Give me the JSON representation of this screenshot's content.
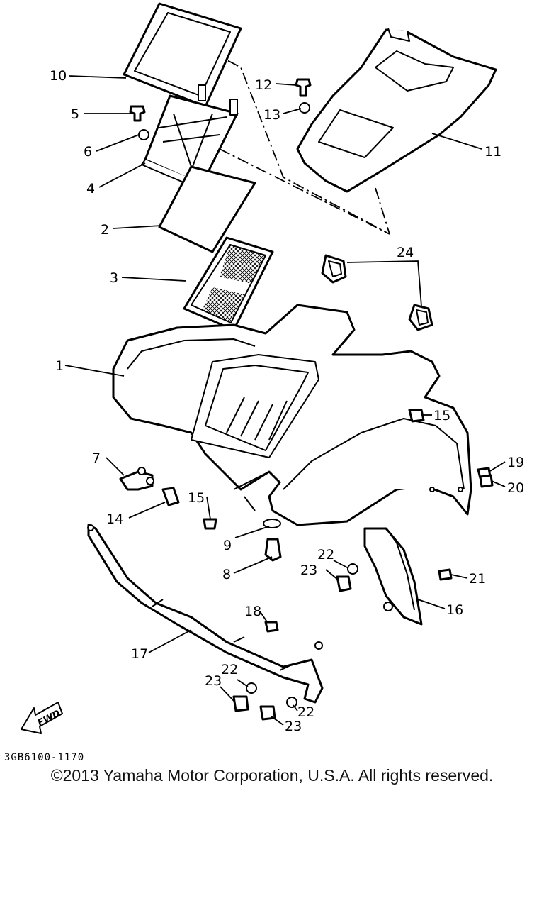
{
  "diagram": {
    "callouts": [
      "1",
      "2",
      "3",
      "4",
      "5",
      "6",
      "7",
      "8",
      "9",
      "10",
      "11",
      "12",
      "13",
      "14",
      "15",
      "15",
      "16",
      "17",
      "18",
      "19",
      "20",
      "21",
      "22",
      "22",
      "22",
      "23",
      "23",
      "23",
      "24"
    ],
    "fwd_label": "FWD",
    "drawing_code": "3GB6100-1170",
    "copyright": "©2013 Yamaha Motor Corporation, U.S.A. All rights reserved."
  }
}
